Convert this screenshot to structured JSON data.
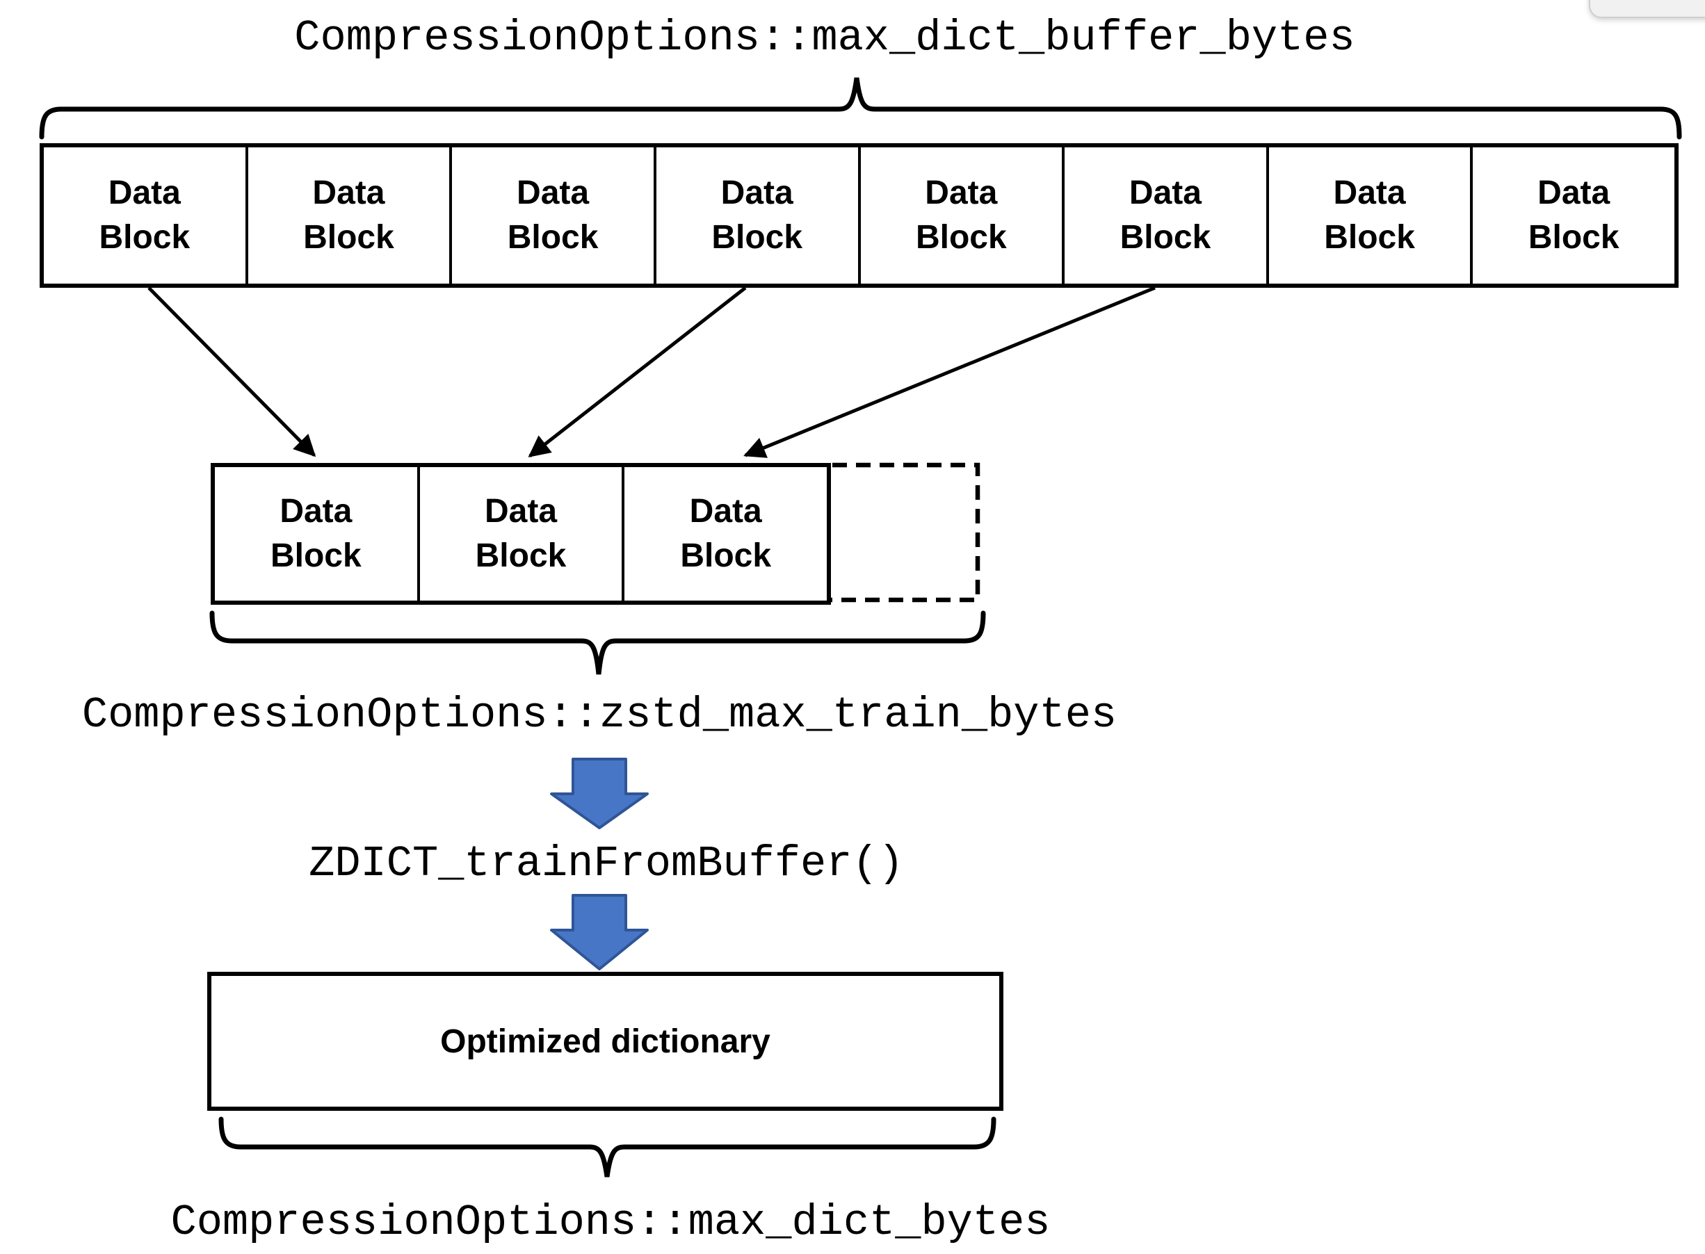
{
  "labels": {
    "max_dict_buffer_bytes": "CompressionOptions::max_dict_buffer_bytes",
    "zstd_max_train_bytes": "CompressionOptions::zstd_max_train_bytes",
    "zdict_train_from_buffer": "ZDICT_trainFromBuffer()",
    "max_dict_bytes": "CompressionOptions::max_dict_bytes"
  },
  "top_row": {
    "blocks": [
      {
        "line1": "Data",
        "line2": "Block"
      },
      {
        "line1": "Data",
        "line2": "Block"
      },
      {
        "line1": "Data",
        "line2": "Block"
      },
      {
        "line1": "Data",
        "line2": "Block"
      },
      {
        "line1": "Data",
        "line2": "Block"
      },
      {
        "line1": "Data",
        "line2": "Block"
      },
      {
        "line1": "Data",
        "line2": "Block"
      },
      {
        "line1": "Data",
        "line2": "Block"
      }
    ]
  },
  "train_row": {
    "blocks": [
      {
        "line1": "Data",
        "line2": "Block"
      },
      {
        "line1": "Data",
        "line2": "Block"
      },
      {
        "line1": "Data",
        "line2": "Block"
      }
    ],
    "has_dashed_placeholder": true
  },
  "dictionary_box": {
    "label": "Optimized dictionary"
  },
  "sampling_arrows": {
    "from_top_blocks": [
      1,
      4,
      6
    ],
    "to_train_blocks": [
      1,
      2,
      3
    ]
  },
  "colors": {
    "line": "#000000",
    "flow_arrow_fill": "#4876C6",
    "flow_arrow_stroke": "#2F5596",
    "corner_widget_fill": "#f1f1f1",
    "corner_widget_border": "#cfcfcf"
  }
}
